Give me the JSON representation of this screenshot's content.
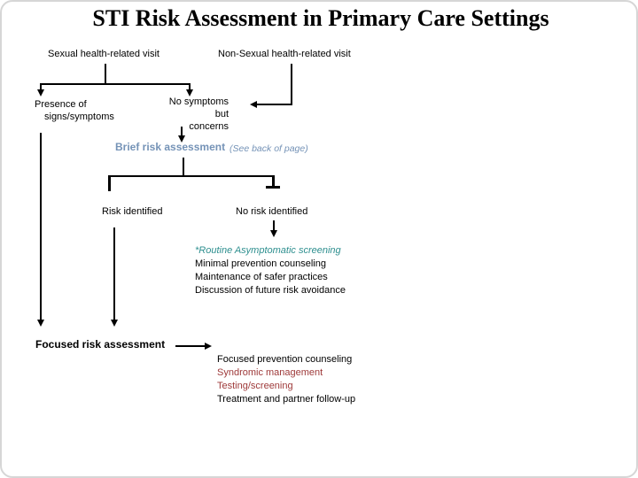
{
  "title": "STI Risk Assessment in Primary Care Settings",
  "colors": {
    "accent_blue": "#7593B7",
    "accent_teal": "#2E8F8F",
    "accent_red": "#9E3939",
    "line_color": "#000000",
    "background": "#FFFFFF"
  },
  "nodes": {
    "sexual_visit": "Sexual health-related visit",
    "non_sexual_visit": "Non-Sexual health-related visit",
    "presence": {
      "line1": "Presence of",
      "line2": "signs/symptoms"
    },
    "no_symptoms": {
      "line1": "No symptoms",
      "line2": "but",
      "line3": "concerns"
    },
    "brief_assessment": {
      "label": "Brief risk assessment",
      "note": "(See back of page)"
    },
    "risk_identified": "Risk identified",
    "no_risk_identified": "No risk identified",
    "focused_assessment": "Focused risk assessment"
  },
  "no_risk_outcomes": {
    "heading": "*Routine Asymptomatic screening",
    "items": [
      "Minimal prevention counseling",
      "Maintenance of safer practices",
      "Discussion of future risk avoidance"
    ]
  },
  "focused_outcomes": {
    "items": [
      {
        "text": "Focused prevention counseling",
        "emphasis": "normal"
      },
      {
        "text": "Syndromic management",
        "emphasis": "red"
      },
      {
        "text": "Testing/screening",
        "emphasis": "red"
      },
      {
        "text": "Treatment and partner follow-up",
        "emphasis": "normal"
      }
    ]
  }
}
